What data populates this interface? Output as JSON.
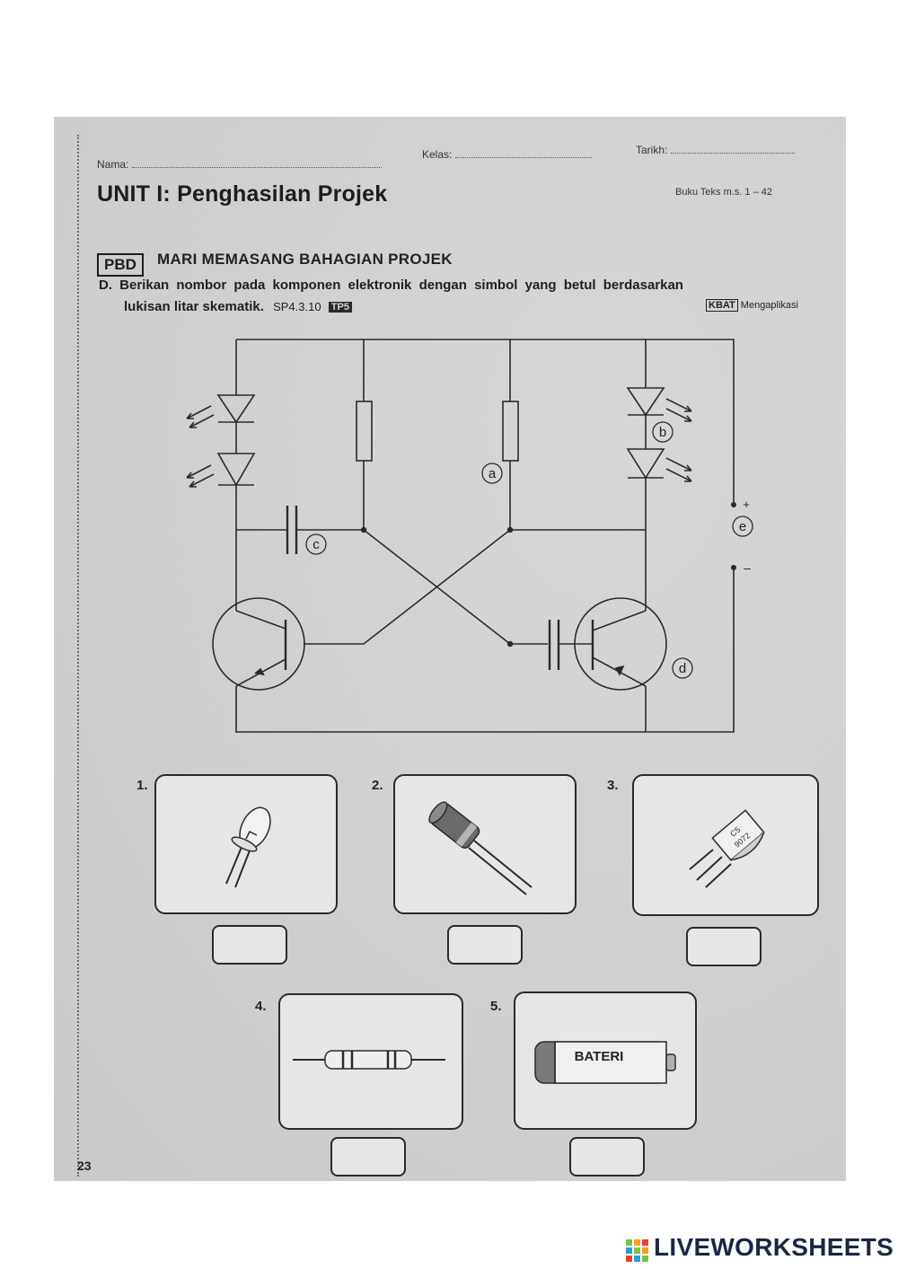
{
  "header": {
    "nama_label": "Nama:",
    "kelas_label": "Kelas:",
    "tarikh_label": "Tarikh:"
  },
  "unit_title": "UNIT I: Penghasilan Projek",
  "book_ref": "Buku Teks m.s. 1 – 42",
  "section": {
    "badge": "PBD",
    "title": "MARI MEMASANG BAHAGIAN PROJEK"
  },
  "question": {
    "line1": "D. Berikan nombor pada komponen elektronik dengan simbol yang betul berdasarkan",
    "line2": "lukisan litar skematik.",
    "sp_code": "SP4.3.10",
    "tp_badge": "TP5",
    "kbat_badge": "KBAT",
    "kbat_text": "Mengaplikasi"
  },
  "circuit_labels": {
    "a": "a",
    "b": "b",
    "c": "c",
    "d": "d",
    "e": "e",
    "plus": "+",
    "minus": "–"
  },
  "cards": [
    {
      "number": "1.",
      "icon": "led-icon",
      "answer": ""
    },
    {
      "number": "2.",
      "icon": "capacitor-icon",
      "answer": ""
    },
    {
      "number": "3.",
      "icon": "transistor-icon",
      "answer": ""
    },
    {
      "number": "4.",
      "icon": "resistor-icon",
      "answer": ""
    },
    {
      "number": "5.",
      "icon": "battery-icon",
      "answer": "",
      "battery_text": "BATERI"
    }
  ],
  "transistor_print": [
    "C5",
    "9072"
  ],
  "page_number": "23",
  "brand": "LIVEWORKSHEETS"
}
